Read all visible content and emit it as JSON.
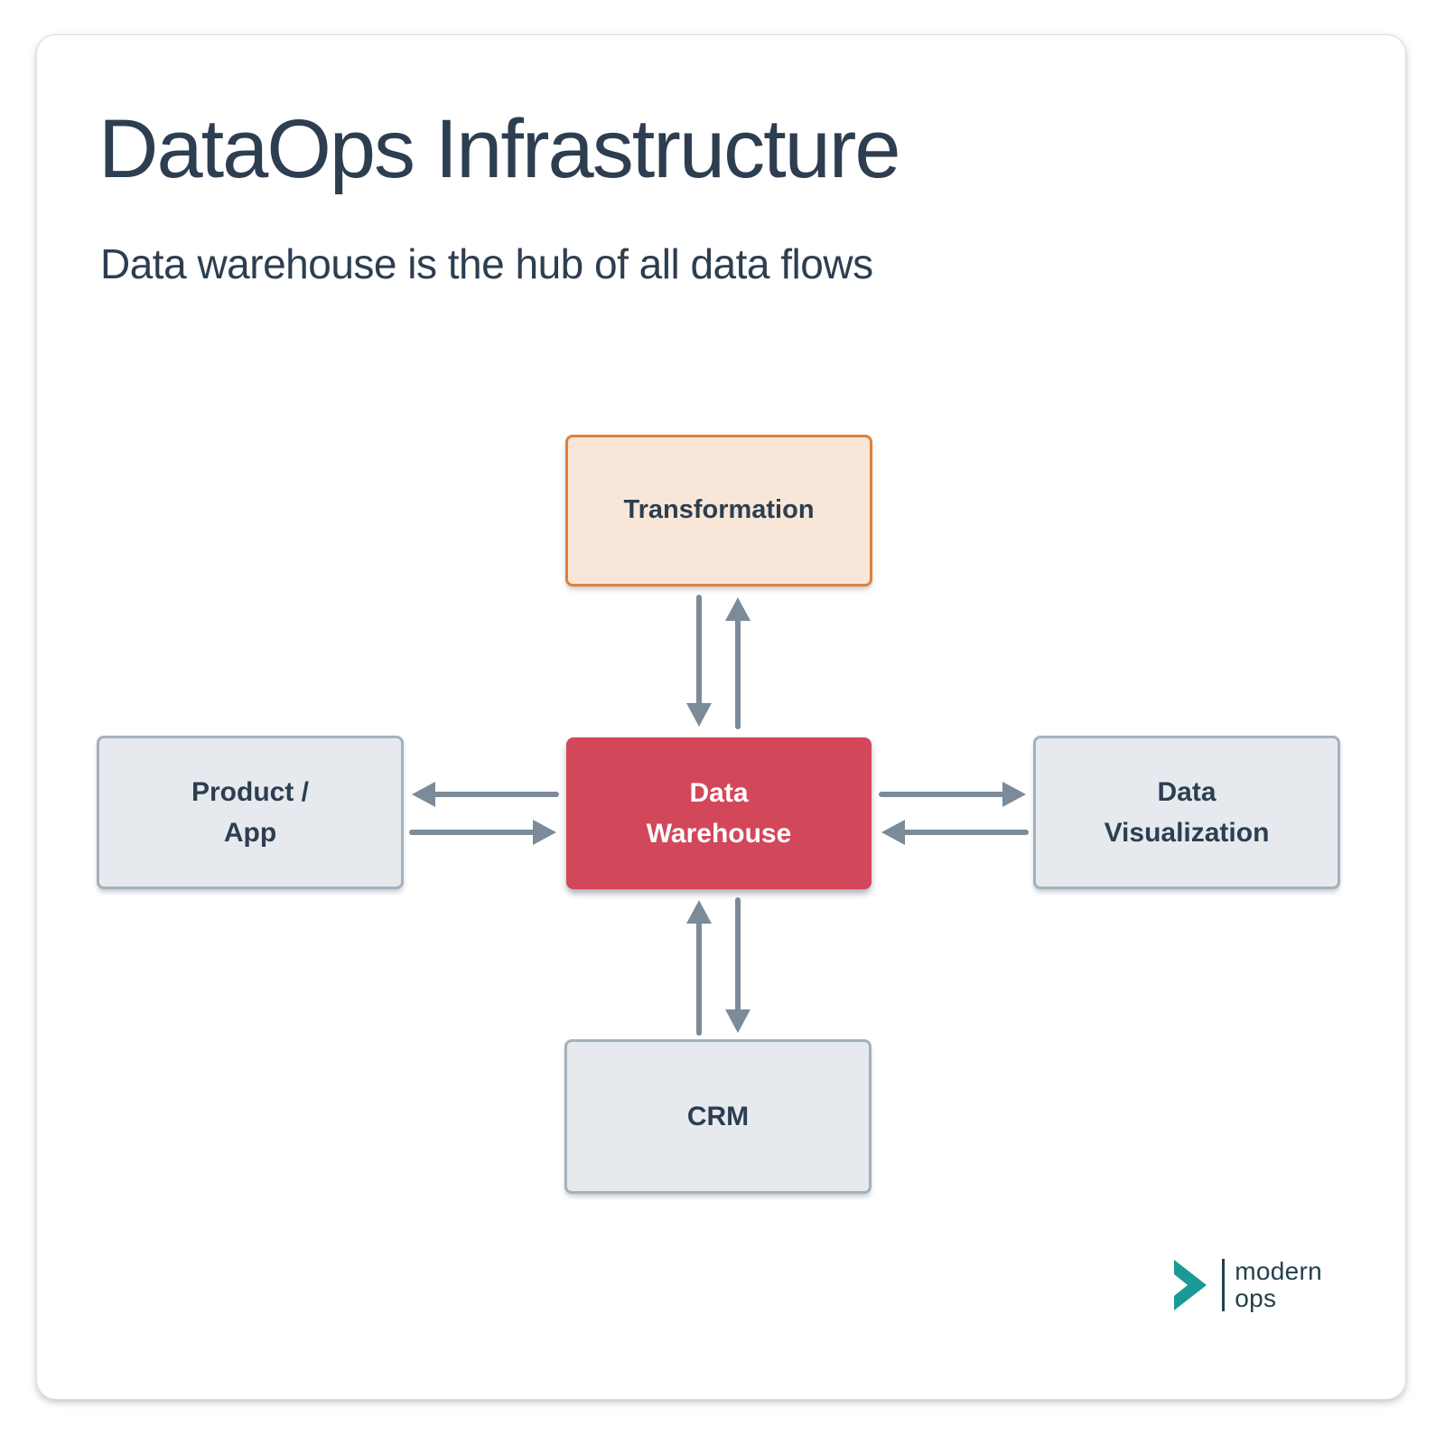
{
  "title": "DataOps Infrastructure",
  "subtitle": "Data warehouse is the hub of all data flows",
  "diagram": {
    "nodes": {
      "transformation": {
        "label": "Transformation",
        "fill": "#f8e7d8",
        "border": "#df8139"
      },
      "warehouse": {
        "lines": [
          "Data",
          "Warehouse"
        ],
        "fill": "#d2485a",
        "text_color": "#ffffff"
      },
      "product_app": {
        "lines": [
          "Product /",
          "App"
        ],
        "fill": "#e6eaee",
        "border": "#a4b1bd"
      },
      "data_visualization": {
        "lines": [
          "Data",
          "Visualization"
        ],
        "fill": "#e6eaee",
        "border": "#a4b1bd"
      },
      "crm": {
        "label": "CRM",
        "fill": "#e6eaee",
        "border": "#a4b1bd"
      }
    },
    "edges": [
      {
        "from": "warehouse",
        "to": "transformation",
        "bidirectional": true
      },
      {
        "from": "warehouse",
        "to": "product_app",
        "bidirectional": true
      },
      {
        "from": "warehouse",
        "to": "data_visualization",
        "bidirectional": true
      },
      {
        "from": "warehouse",
        "to": "crm",
        "bidirectional": true
      }
    ],
    "arrow_color": "#7b8b99"
  },
  "logo": {
    "line1": "modern",
    "line2": "ops",
    "chevron_color": "#1a9a94",
    "text_color": "#22404d"
  },
  "colors": {
    "heading_text": "#2d3e50",
    "card_background": "#ffffff"
  }
}
